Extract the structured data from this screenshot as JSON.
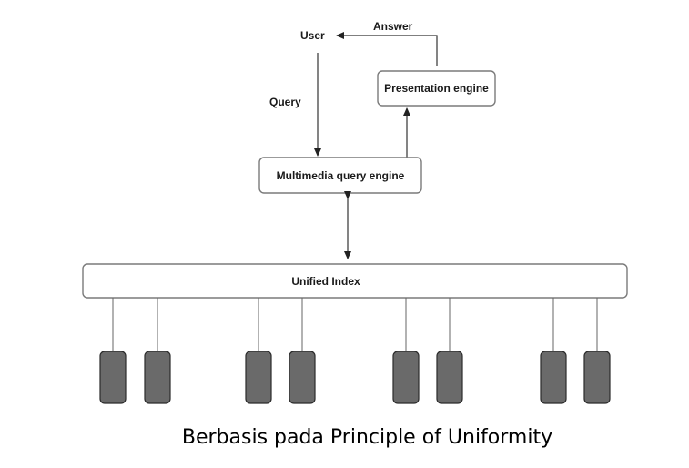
{
  "diagram": {
    "user_label": "User",
    "answer_label": "Answer",
    "query_label": "Query",
    "presentation_engine_label": "Presentation engine",
    "multimedia_query_engine_label": "Multimedia query engine",
    "unified_index_label": "Unified Index",
    "storage_node_count": 8
  },
  "caption": "Berbasis pada Principle of Uniformity",
  "colors": {
    "box_stroke": "#7a7a7a",
    "node_fill": "#6a6a6a",
    "line": "#333333"
  }
}
